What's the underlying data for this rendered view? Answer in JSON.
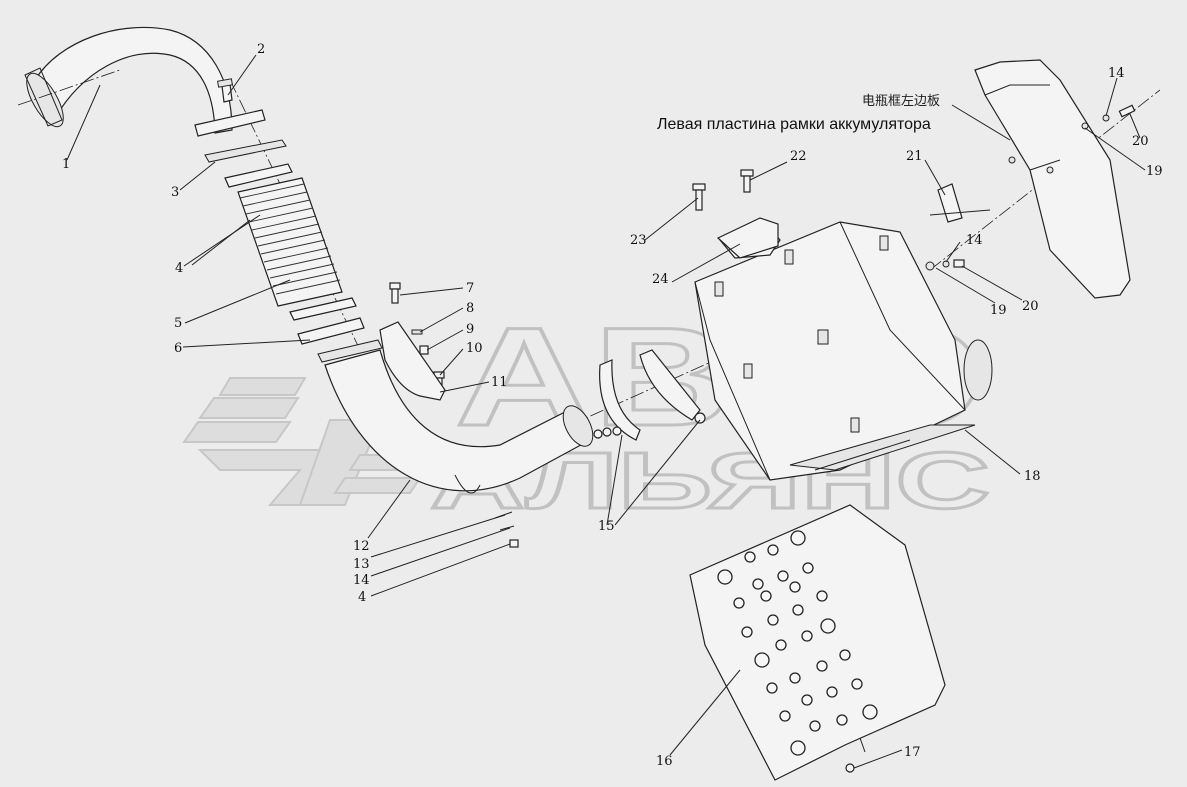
{
  "diagram": {
    "caption_cn": "电瓶框左边板",
    "caption_ru": "Левая пластина рамки аккумулятора",
    "watermark": {
      "line1": "АВТО",
      "line2": "АЛЬЯНС"
    },
    "callouts": [
      "1",
      "2",
      "3",
      "4",
      "5",
      "6",
      "7",
      "8",
      "9",
      "10",
      "11",
      "12",
      "13",
      "14",
      "4",
      "15",
      "16",
      "17",
      "18",
      "19",
      "20",
      "21",
      "22",
      "23",
      "24",
      "14",
      "19",
      "20",
      "14"
    ]
  }
}
